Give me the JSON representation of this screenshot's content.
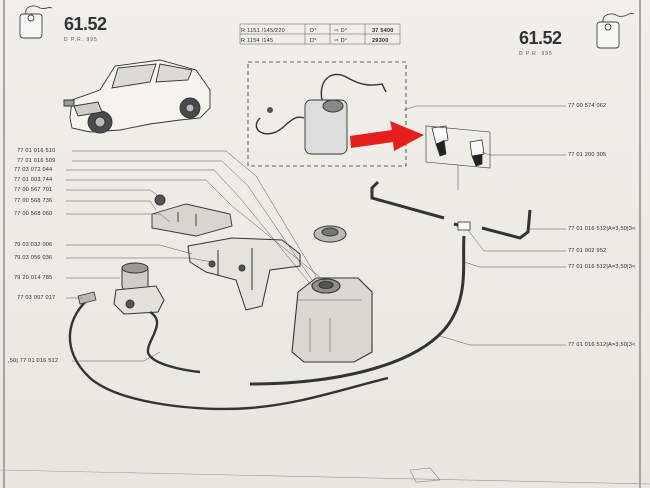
{
  "header": {
    "section_left": "61.52",
    "section_left_sub": "D   P.R. 995",
    "section_right": "61.52",
    "section_right_sub": "D   P.R. 995",
    "ref_rows": [
      {
        "ref": "R 1151 /145/220",
        "sym1": "D°",
        "sym2": "⇨ D°",
        "value": "37 5400"
      },
      {
        "ref": "R 1154 /145",
        "sym1": "D°",
        "sym2": "⇨ D°",
        "value": "29300"
      }
    ]
  },
  "labels_left": [
    "77 01 016 510",
    "77 01 016 509",
    "77 03 072 044",
    "77 01 003 744",
    "77 00 567 701",
    "77 00 568 736",
    "77 00 568 060",
    "79 03 032 006",
    "79 03 056 036",
    "79 20 014 785",
    "77 03 007 017",
    ",50| 77 01 016 512"
  ],
  "labels_right": [
    "77 00 574 062",
    "77 01 200 305",
    "77 01 016 512|A=3,50|3<",
    "77 01 002 952",
    "77 01 016 512|A=3,50|3<",
    "77 01 016 512|A=3,50|3<"
  ],
  "annotation": {
    "arrow_color": "#e81e1e"
  }
}
